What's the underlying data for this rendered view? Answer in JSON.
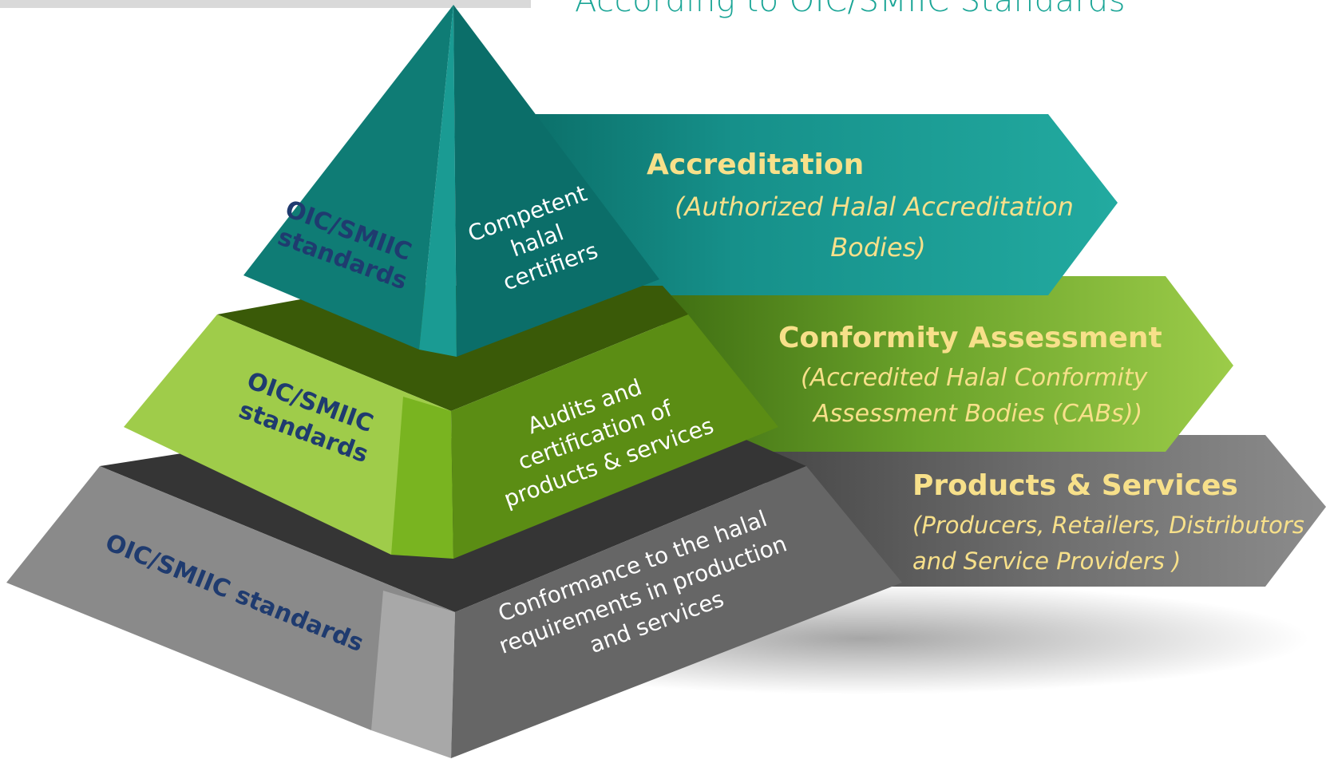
{
  "heading": "According to OIC/SMIIC Standards",
  "colors": {
    "teal": "#1a9e93",
    "green": "#7fb83a",
    "gray": "#6f6f6f",
    "label_yellow": "#f7e08a",
    "side_label_navy": "#1f3b6f"
  },
  "pyramid": {
    "top": {
      "left_label": [
        "OIC/SMIIC",
        "standards"
      ],
      "right_label": [
        "Competent",
        "halal",
        "certifiers"
      ]
    },
    "middle": {
      "left_label": [
        "OIC/SMIIC",
        "standards"
      ],
      "right_label": [
        "Audits and",
        "certification of",
        "products & services"
      ]
    },
    "bottom": {
      "left_label": [
        "OIC/SMIIC standards"
      ],
      "right_label": [
        "Conformance to the halal",
        "requirements in production",
        "and services"
      ]
    }
  },
  "arrows": [
    {
      "title": "Accreditation",
      "subtitle": [
        "(Authorized Halal Accreditation",
        "Bodies)"
      ]
    },
    {
      "title": "Conformity Assessment",
      "subtitle": [
        "(Accredited Halal Conformity",
        "Assessment Bodies (CABs))"
      ]
    },
    {
      "title": "Products & Services",
      "subtitle": [
        "(Producers, Retailers, Distributors",
        "and Service Providers )"
      ]
    }
  ]
}
